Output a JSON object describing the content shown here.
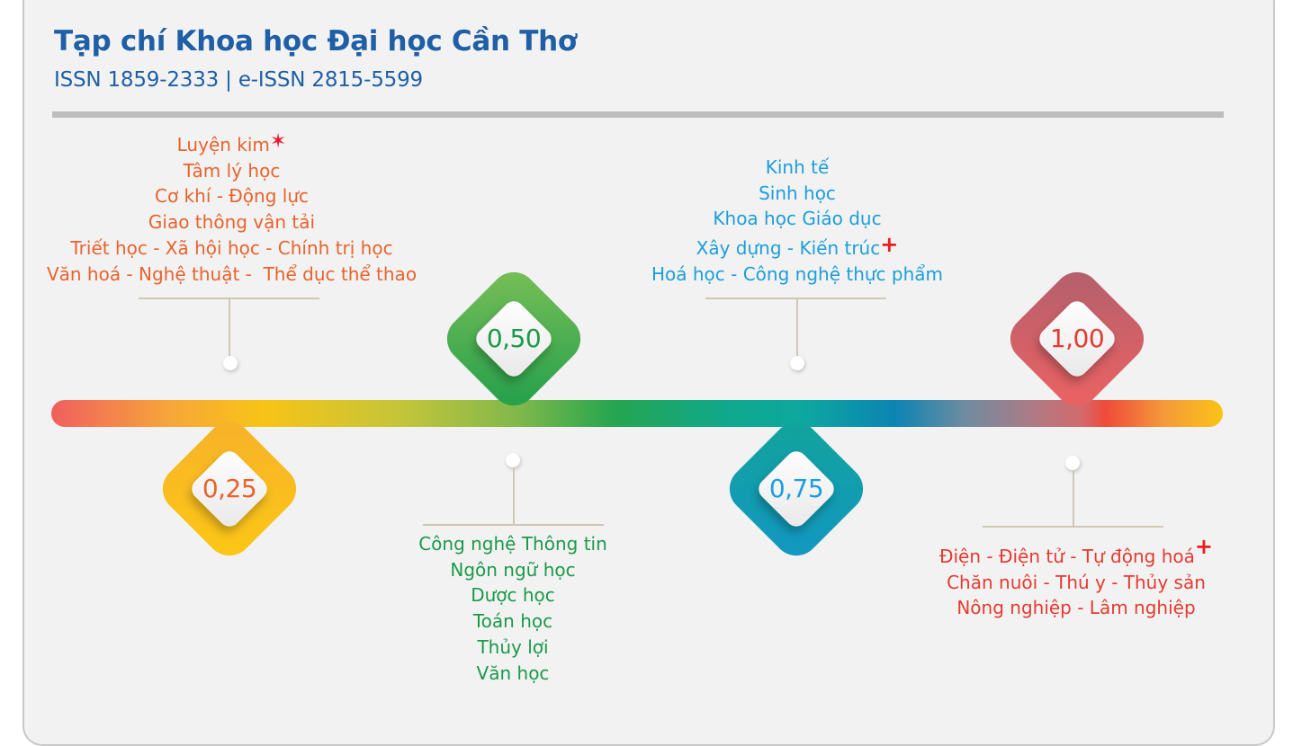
{
  "header": {
    "title": "Tạp chí Khoa học Đại học Cần Thơ",
    "issn": "ISSN 1859-2333 | e-ISSN 2815-5599"
  },
  "levels": [
    {
      "value": "0,25",
      "color": "#e8632c",
      "position": "bottom-node-top-labels",
      "fields": [
        {
          "label": "Luyện kim",
          "mark": "*"
        },
        {
          "label": "Tâm lý học",
          "mark": ""
        },
        {
          "label": "Cơ khí - Động lực",
          "mark": ""
        },
        {
          "label": "Giao thông vận tải",
          "mark": ""
        },
        {
          "label": "Triết học - Xã hội học - Chính trị học",
          "mark": ""
        },
        {
          "label": "Văn hoá - Nghệ thuật -  Thể dục thể thao",
          "mark": ""
        }
      ]
    },
    {
      "value": "0,50",
      "color": "#1a9a48",
      "position": "top-node-bottom-labels",
      "fields": [
        {
          "label": "Công nghệ Thông tin",
          "mark": ""
        },
        {
          "label": "Ngôn ngữ học",
          "mark": ""
        },
        {
          "label": "Dược học",
          "mark": ""
        },
        {
          "label": "Toán học",
          "mark": ""
        },
        {
          "label": "Thủy lợi",
          "mark": ""
        },
        {
          "label": "Văn học",
          "mark": ""
        }
      ]
    },
    {
      "value": "0,75",
      "color": "#1d9ed9",
      "position": "bottom-node-top-labels",
      "fields": [
        {
          "label": "Kinh tế",
          "mark": ""
        },
        {
          "label": "Sinh học",
          "mark": ""
        },
        {
          "label": "Khoa học Giáo dục",
          "mark": ""
        },
        {
          "label": "Xây dựng - Kiến trúc",
          "mark": "+"
        },
        {
          "label": "Hoá học - Công nghệ thực phẩm",
          "mark": ""
        }
      ]
    },
    {
      "value": "1,00",
      "color": "#e53a30",
      "position": "top-node-bottom-labels",
      "fields": [
        {
          "label": "Điện - Điện tử - Tự động hoá",
          "mark": "+"
        },
        {
          "label": "Chăn nuôi - Thú y - Thủy sản",
          "mark": ""
        },
        {
          "label": "Nông nghiệp - Lâm nghiệp",
          "mark": ""
        }
      ]
    }
  ],
  "marks": {
    "star": "✶",
    "plus": "+"
  }
}
